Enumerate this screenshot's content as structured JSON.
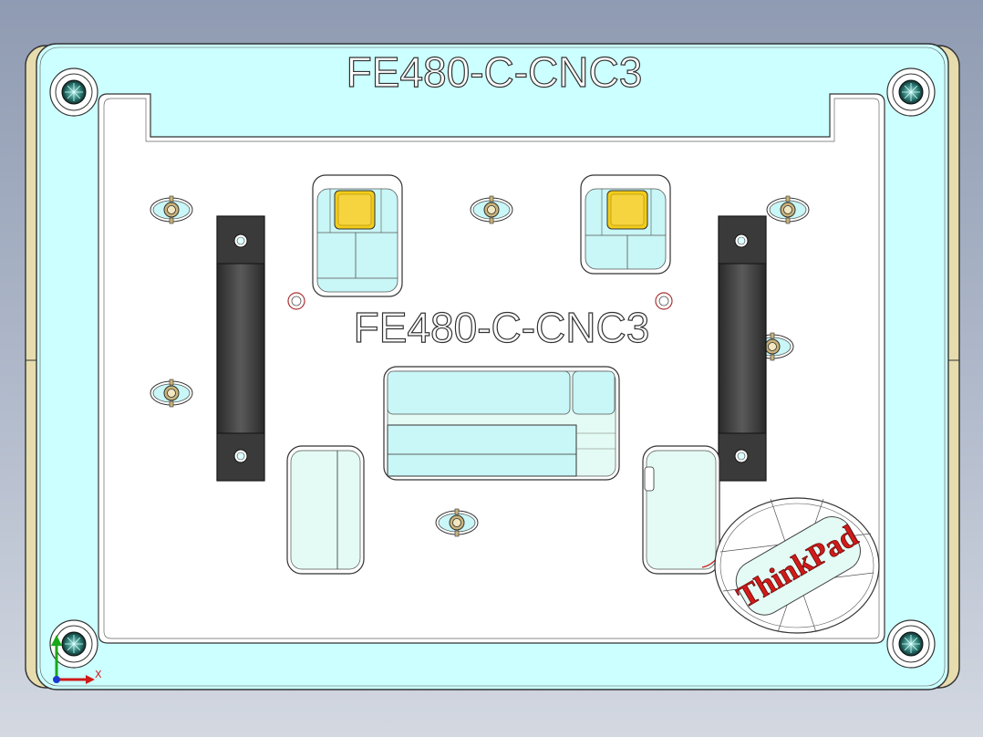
{
  "model": {
    "top_label": "FE480-C-CNC3",
    "center_label": "FE480-C-CNC3",
    "logo_text": "ThinkPad"
  },
  "triad": {
    "x_label": "X"
  },
  "colors": {
    "plate": "#ccffff",
    "insert": "#ffffff",
    "edge_strip": "#e6dcae",
    "handle": "#4e4e4e",
    "button": "#f2cc1a",
    "pocket": "#c9f6f6",
    "logo_red": "#d11a1a"
  }
}
